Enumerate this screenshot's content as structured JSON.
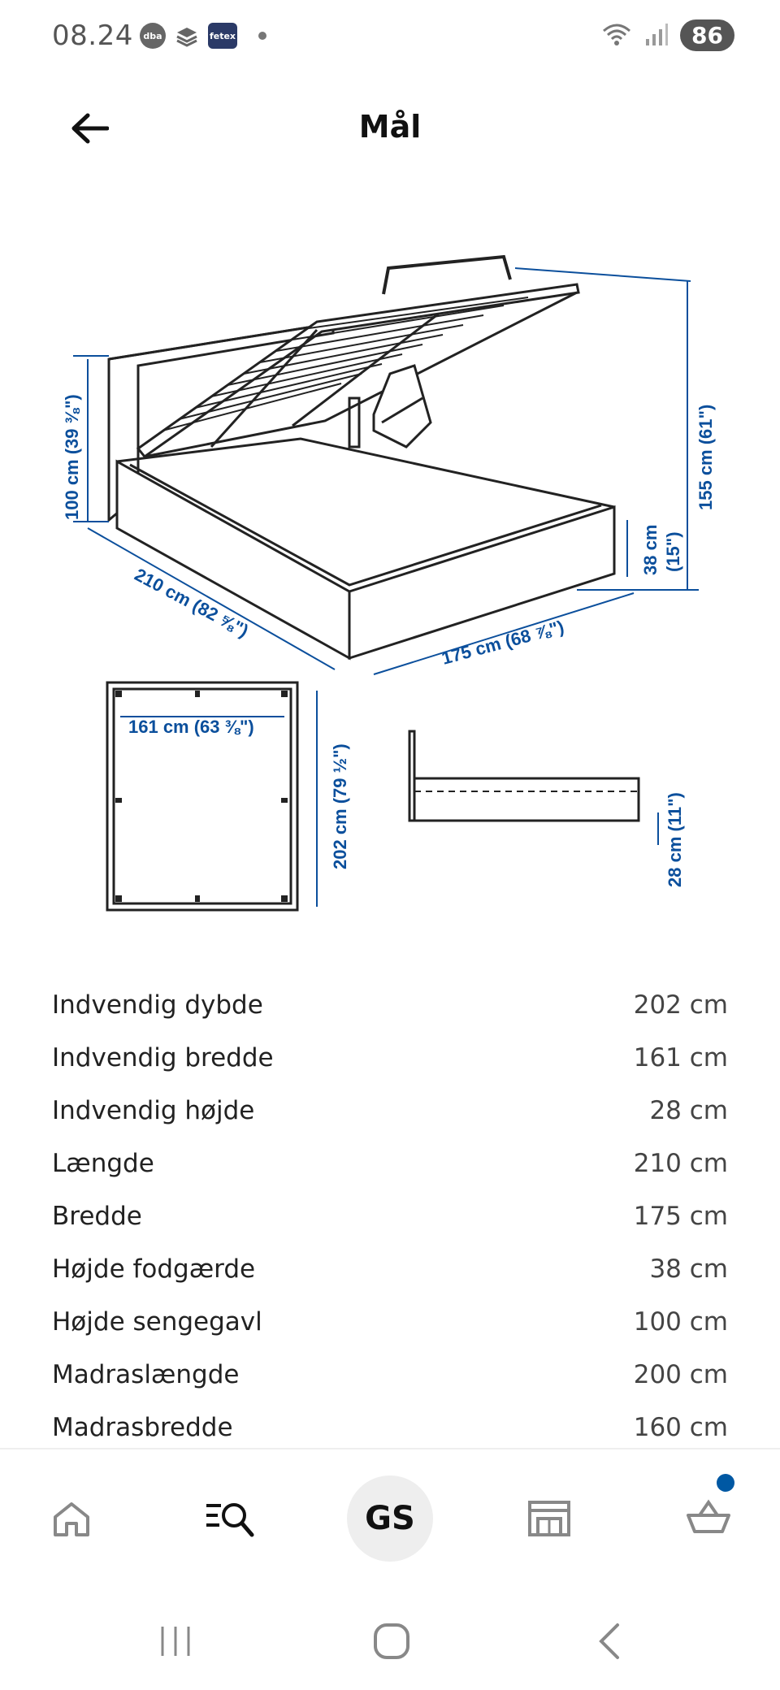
{
  "status_bar": {
    "time": "08.24",
    "app_badges": [
      "dba",
      "fetex"
    ],
    "battery": "86"
  },
  "header": {
    "title": "Mål"
  },
  "illustration": {
    "dims": {
      "height_total": "155 cm (61\")",
      "headboard": "100 cm (39 ⅜\")",
      "length": "210 cm (82 ⅝\")",
      "width": "175 cm (68 ⅞\")",
      "foot_height_line1": "38 cm",
      "foot_height_line2": "(15\")",
      "inner_width": "161 cm (63 ⅜\")",
      "inner_depth": "202 cm (79 ½\")",
      "inner_height": "28 cm (11\")"
    },
    "accent_color": "#0b4f9c"
  },
  "specs": [
    {
      "label": "Indvendig dybde",
      "value": "202 cm"
    },
    {
      "label": "Indvendig bredde",
      "value": "161 cm"
    },
    {
      "label": "Indvendig højde",
      "value": "28 cm"
    },
    {
      "label": "Længde",
      "value": "210 cm"
    },
    {
      "label": "Bredde",
      "value": "175 cm"
    },
    {
      "label": "Højde fodgærde",
      "value": "38 cm"
    },
    {
      "label": "Højde sengegavl",
      "value": "100 cm"
    },
    {
      "label": "Madraslængde",
      "value": "200 cm"
    },
    {
      "label": "Madrasbredde",
      "value": "160 cm"
    }
  ],
  "bottom_nav": {
    "profile_initials": "GS",
    "items": [
      "home-icon",
      "search-icon",
      "profile-avatar",
      "store-icon",
      "cart-icon"
    ],
    "cart_dot_color": "#0058a3"
  }
}
